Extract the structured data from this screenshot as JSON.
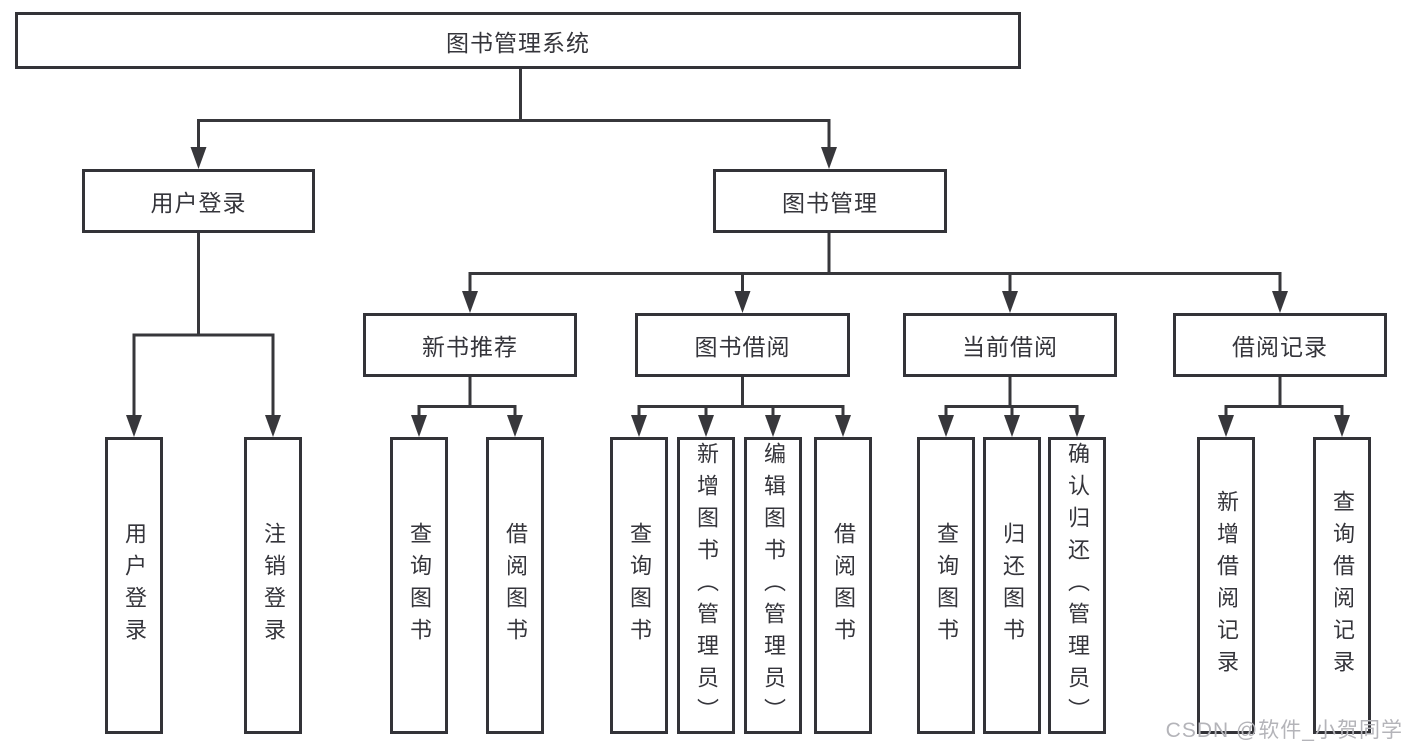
{
  "diagram_title": "图书管理系统",
  "colors": {
    "line": "#37373b",
    "box_border": "#333338",
    "text": "#35353b",
    "watermark": "#b4b4b9",
    "background": "#ffffff"
  },
  "nodes": {
    "root": "图书管理系统",
    "user_login": "用户登录",
    "book_mgmt": "图书管理",
    "new_books": "新书推荐",
    "book_borrow": "图书借阅",
    "current_borrow": "当前借阅",
    "borrow_records": "借阅记录",
    "ul_login": "用户登录",
    "ul_logout": "注销登录",
    "nb_query": "查询图书",
    "nb_borrow": "借阅图书",
    "bb_query": "查询图书",
    "bb_add": "新增图书（管理员）",
    "bb_edit": "编辑图书（管理员）",
    "bb_borrow": "借阅图书",
    "cb_query": "查询图书",
    "cb_return": "归还图书",
    "cb_confirm": "确认归还（管理员）",
    "br_add": "新增借阅记录",
    "br_query": "查询借阅记录"
  },
  "tree": {
    "root": [
      "user_login",
      "book_mgmt"
    ],
    "user_login": [
      "ul_login",
      "ul_logout"
    ],
    "book_mgmt": [
      "new_books",
      "book_borrow",
      "current_borrow",
      "borrow_records"
    ],
    "new_books": [
      "nb_query",
      "nb_borrow"
    ],
    "book_borrow": [
      "bb_query",
      "bb_add",
      "bb_edit",
      "bb_borrow"
    ],
    "current_borrow": [
      "cb_query",
      "cb_return",
      "cb_confirm"
    ],
    "borrow_records": [
      "br_add",
      "br_query"
    ]
  },
  "watermark": "CSDN @软件_小贺同学"
}
